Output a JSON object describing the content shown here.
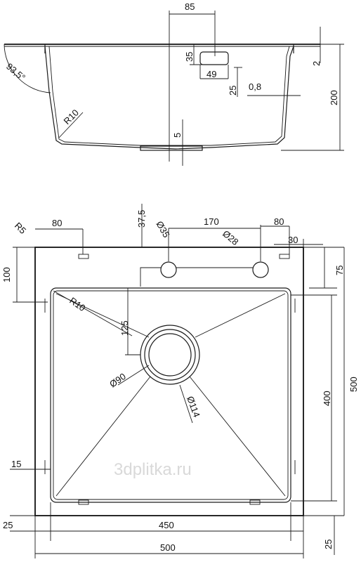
{
  "side_view": {
    "width_85": "85",
    "height_35": "35",
    "width_49": "49",
    "depth_25": "25",
    "thickness_0_8": "0,8",
    "rim_2": "2",
    "depth_200": "200",
    "angle_93_5": "93,5°",
    "radius_r10": "R10",
    "offset_5": "5"
  },
  "top_view": {
    "rim_37_5": "37,5",
    "corner_r5": "R5",
    "left_80": "80",
    "tap_170": "170",
    "right_80": "80",
    "hole_d35": "Ø35",
    "hole_d28": "Ø28",
    "right_30": "30",
    "left_100": "100",
    "right_75": "75",
    "inner_r10": "R10",
    "drain_125": "125",
    "drain_d90": "Ø90",
    "drain_d114": "Ø114",
    "inner_400": "400",
    "outer_500_v": "500",
    "left_15": "15",
    "bottom_25_left": "25",
    "inner_450": "450",
    "outer_500_h": "500",
    "bottom_25_right": "25"
  },
  "watermark": "3dplitka.ru"
}
